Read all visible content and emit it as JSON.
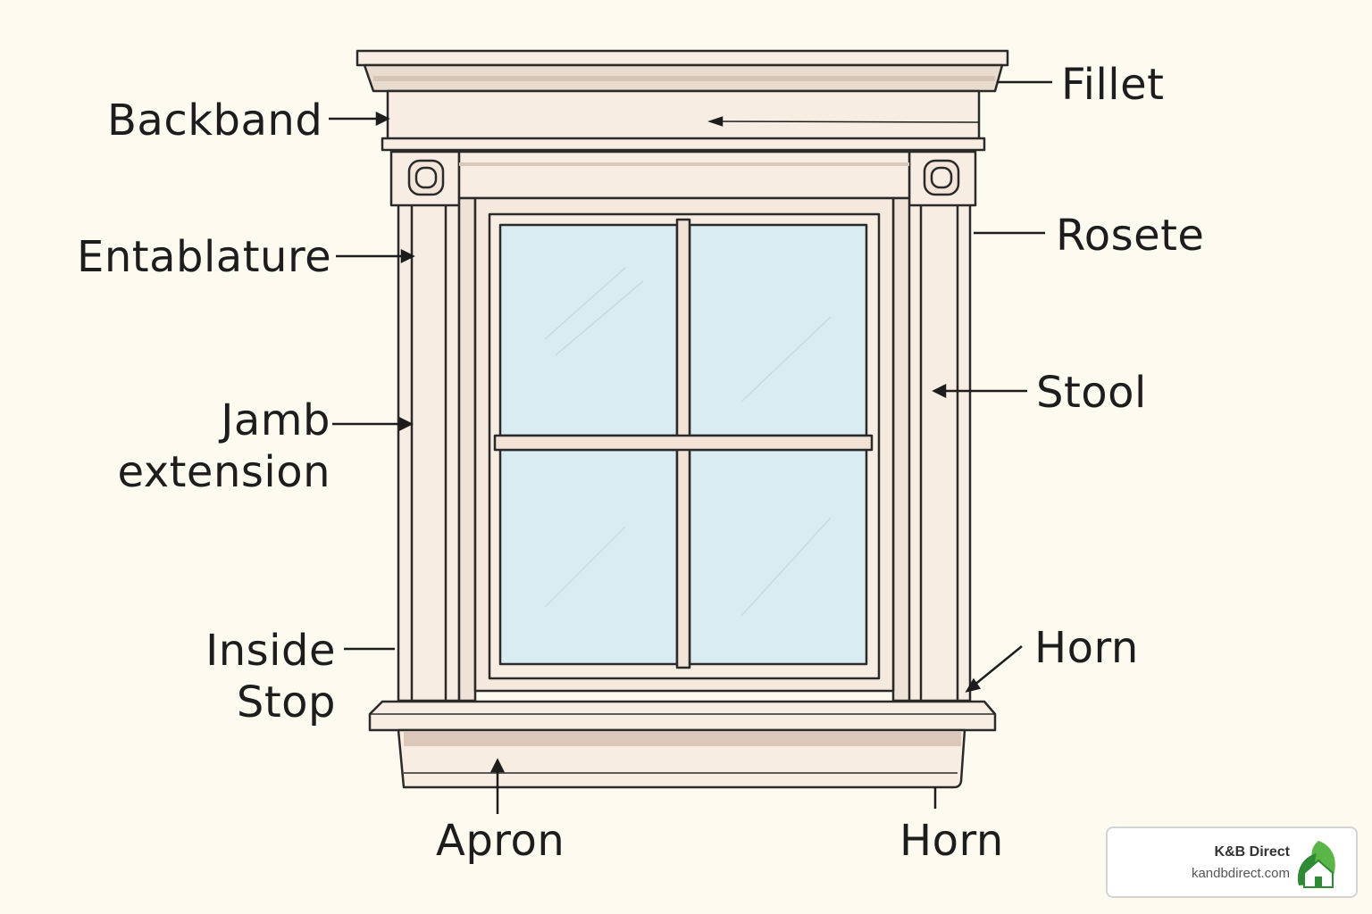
{
  "labels": {
    "backband": "Backband",
    "fillet": "Fillet",
    "entablature": "Entablature",
    "rosete": "Rosete",
    "jamb_extension": [
      "Jamb",
      "extension"
    ],
    "stool": "Stool",
    "inside_stop": [
      "Inside",
      "Stop"
    ],
    "horn_right": "Horn",
    "apron": "Apron",
    "horn_bottom": "Horn"
  },
  "brand": {
    "name": "K&B Direct",
    "url": "kandbdirect.com"
  },
  "colors": {
    "background": "#fdfaf0",
    "trim": "#f8ede2",
    "trim_shadow": "#dccbbd",
    "glass": "#d9ecf1",
    "outline": "#2a2a2a",
    "brand_green": "#3a9a3a"
  }
}
